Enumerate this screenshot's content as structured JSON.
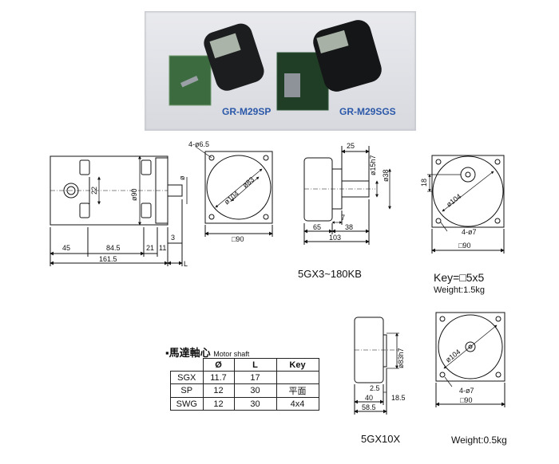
{
  "photos": {
    "left_label": "GR-M29SP",
    "right_label": "GR-M29SGS"
  },
  "drawing1": {
    "hole_note": "4-ø6.5",
    "dim_45": "45",
    "dim_84_5": "84.5",
    "dim_21": "21",
    "dim_11": "11",
    "dim_161_5": "161.5",
    "dim_3": "3",
    "dim_L": "L",
    "dim_22": "22",
    "dim_90": "ø90",
    "dim_phi": "ø",
    "dim_104": "ø104",
    "dim_83": "ø83",
    "dim_sq90": "□90"
  },
  "drawing2": {
    "dim_25": "25",
    "dim_15h7": "ø15h7",
    "dim_38": "ø38",
    "dim_7": "7",
    "dim_65": "65",
    "dim_38b": "38",
    "dim_103": "103",
    "model": "5GX3~180KB"
  },
  "drawing3": {
    "dim_18": "18",
    "dim_104": "ø104",
    "hole_note": "4-ø7",
    "dim_sq90": "□90",
    "key": "Key=□5x5",
    "weight": "Weight:1.5kg"
  },
  "drawing4": {
    "dim_83h7": "ø83h7",
    "dim_2_5": "2.5",
    "dim_40": "40",
    "dim_18_5": "18.5",
    "dim_58_5": "58.5",
    "model": "5GX10X"
  },
  "drawing5": {
    "dim_104": "ø104",
    "hole_note": "4-ø7",
    "dim_sq90": "□90",
    "weight": "Weight:0.5kg"
  },
  "shaft_table": {
    "title": "▪馬達軸心",
    "subtitle": "Motor shaft",
    "headers": [
      "",
      "Ø",
      "L",
      "Key"
    ],
    "rows": [
      [
        "SGX",
        "11.7",
        "17",
        ""
      ],
      [
        "SP",
        "12",
        "30",
        "平面"
      ],
      [
        "SWG",
        "12",
        "30",
        "4x4"
      ]
    ]
  }
}
